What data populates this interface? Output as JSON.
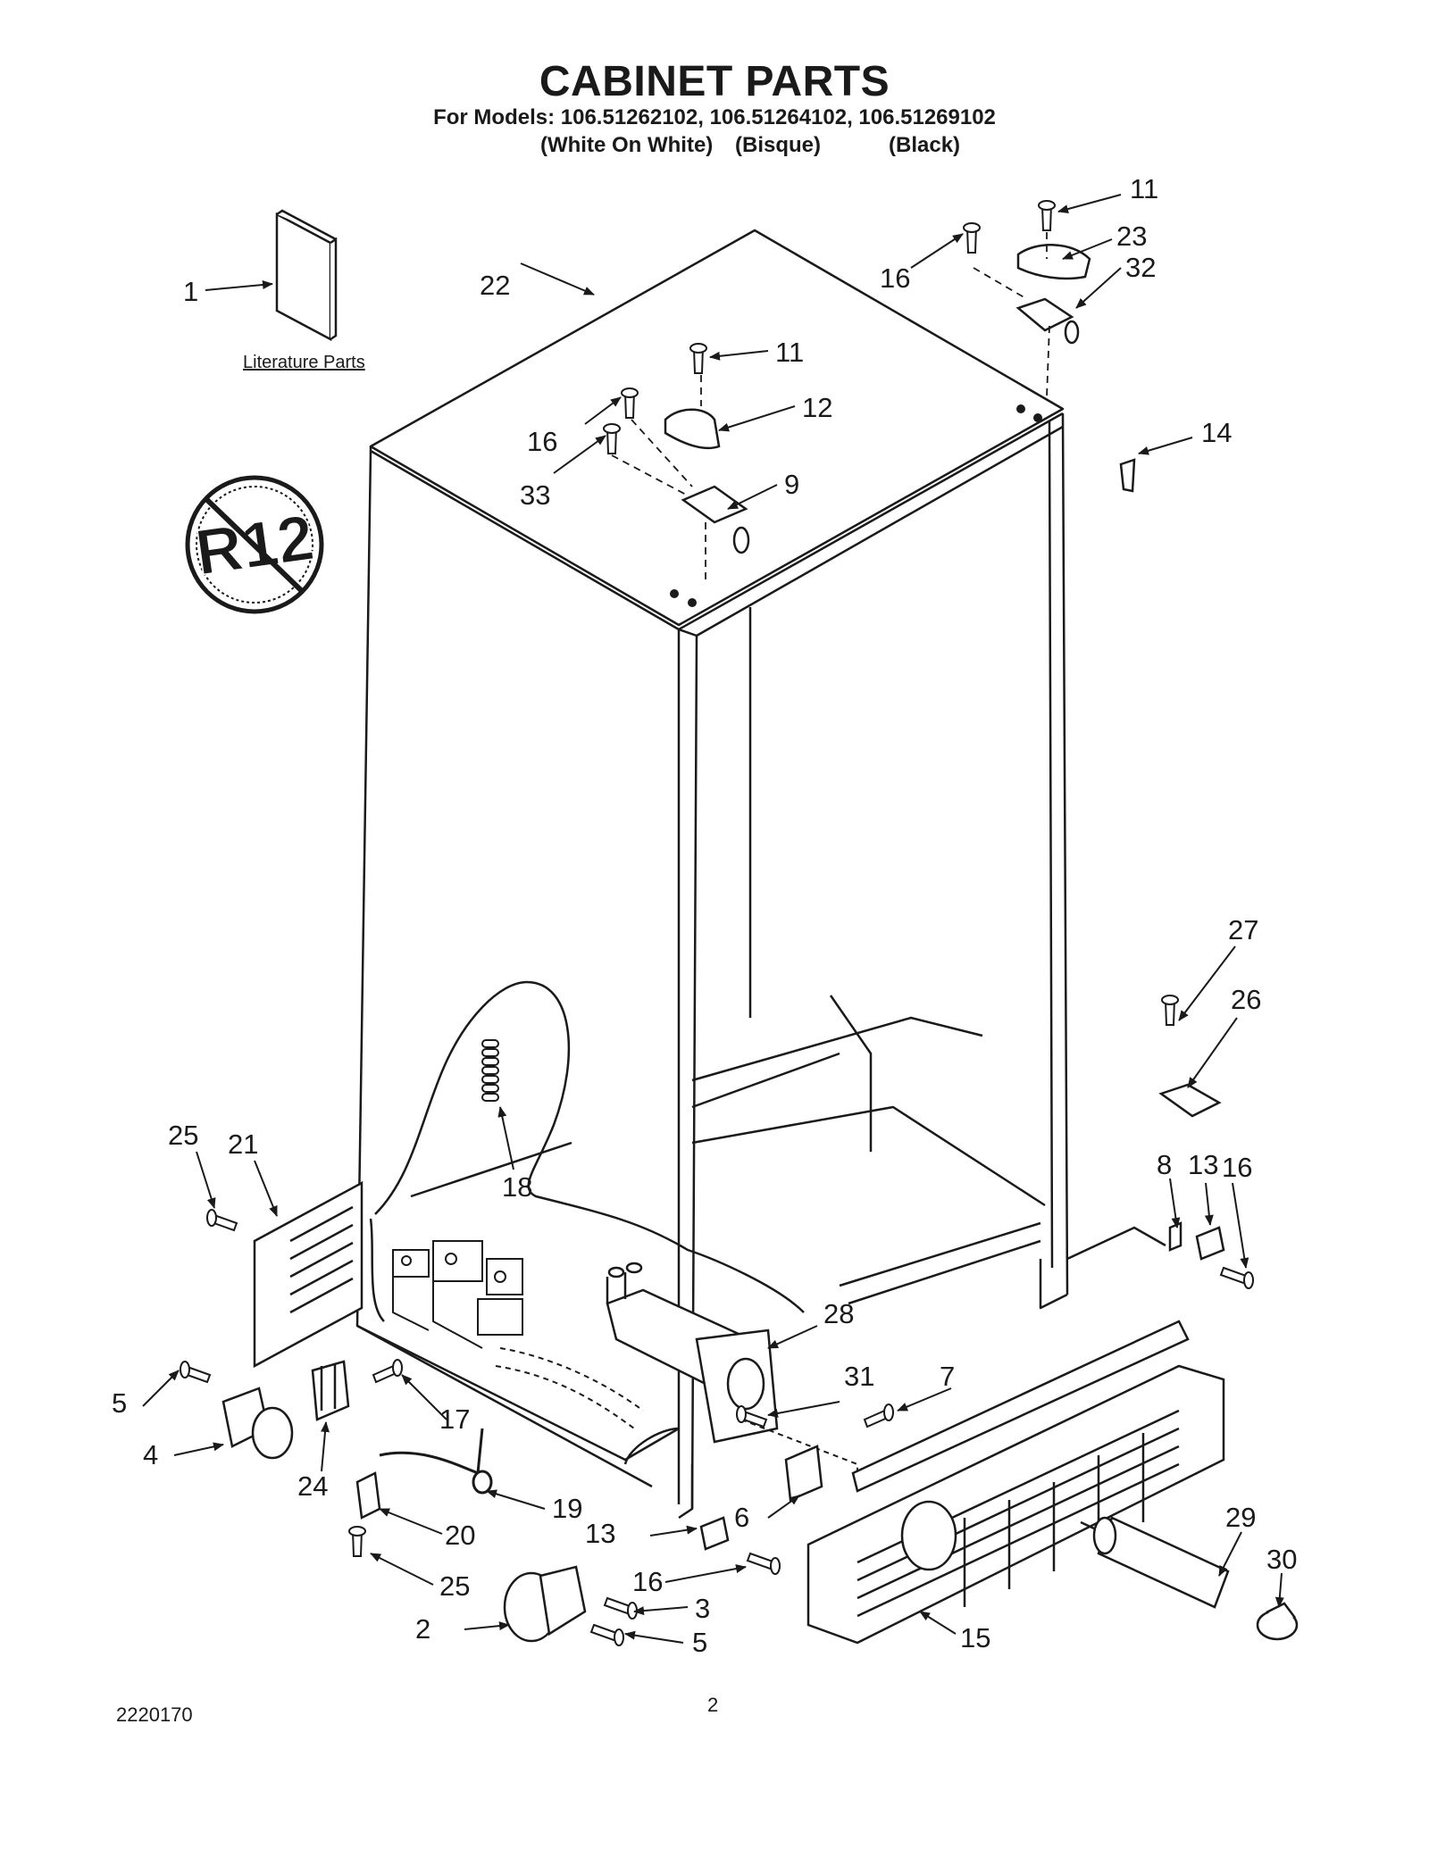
{
  "header": {
    "title": "CABINET PARTS",
    "models_line": "For Models: 106.51262102, 106.51264102, 106.51269102",
    "variants": [
      "(White On White)",
      "(Bisque)",
      "(Black)"
    ]
  },
  "literature_label": "Literature Parts",
  "r12_badge": "R12",
  "callouts": [
    "1",
    "22",
    "11",
    "16",
    "23",
    "32",
    "11",
    "16",
    "12",
    "33",
    "9",
    "14",
    "27",
    "26",
    "25",
    "21",
    "18",
    "8",
    "13",
    "16",
    "28",
    "5",
    "17",
    "31",
    "7",
    "4",
    "24",
    "19",
    "20",
    "13",
    "6",
    "29",
    "30",
    "25",
    "16",
    "2",
    "3",
    "5",
    "15"
  ],
  "footer": {
    "doc_number": "2220170",
    "page_number": "2"
  }
}
